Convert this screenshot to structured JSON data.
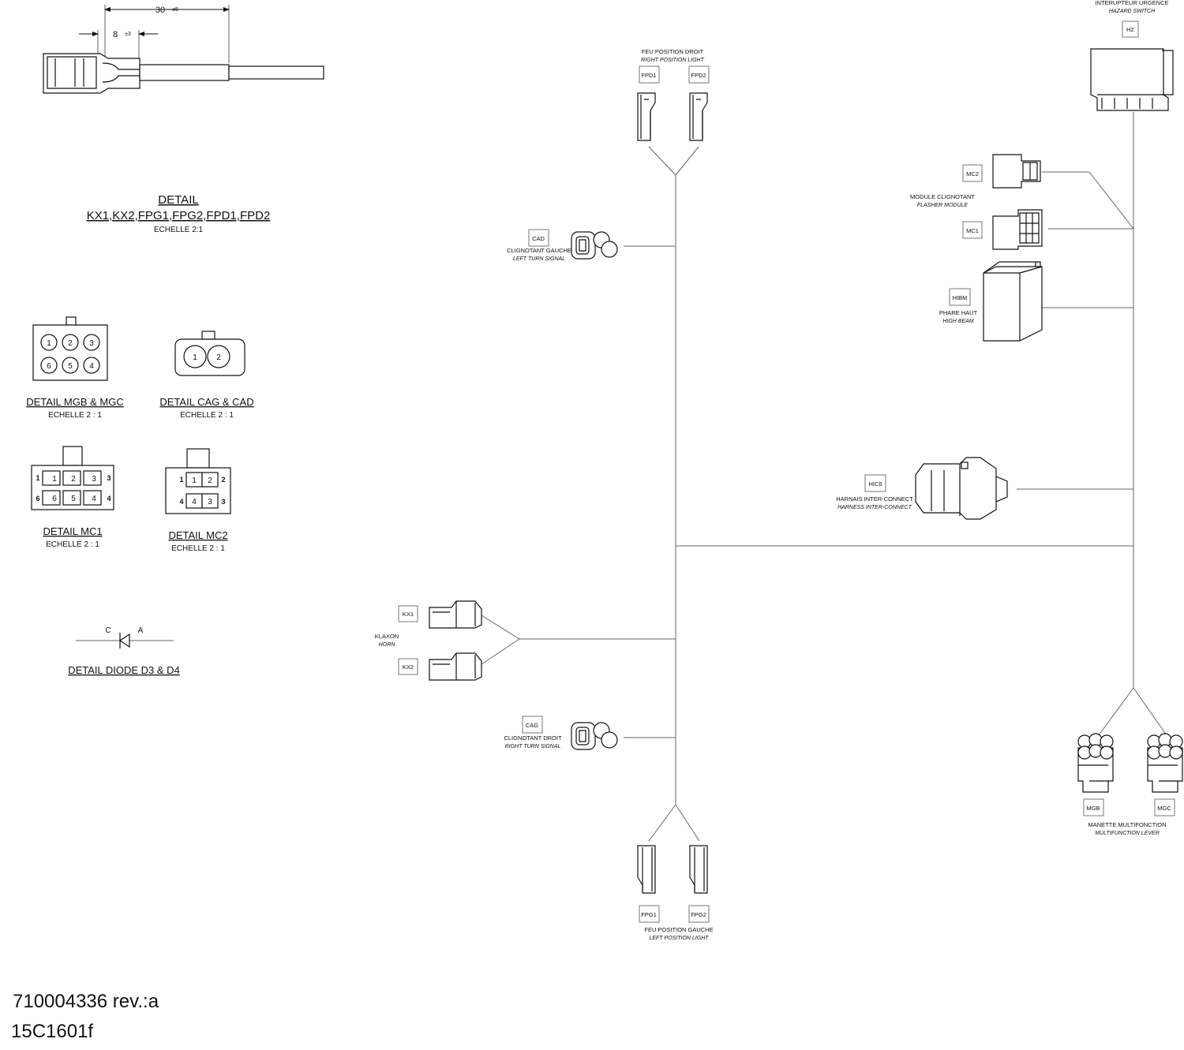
{
  "dimension": {
    "overall": "30",
    "overall_tol": "±5",
    "inner": "8",
    "inner_tol": "±3"
  },
  "detail_terminal": {
    "title": "DETAIL",
    "subtitle": "KX1,KX2,FPG1,FPG2,FPD1,FPD2",
    "scale": "ECHELLE 2:1"
  },
  "detail_mgb": {
    "title": "DETAIL MGB & MGC",
    "scale": "ECHELLE 2 : 1",
    "pins": [
      "1",
      "2",
      "3",
      "6",
      "5",
      "4"
    ]
  },
  "detail_cag": {
    "title": "DETAIL CAG & CAD",
    "scale": "ECHELLE 2 : 1",
    "pins": [
      "1",
      "2"
    ]
  },
  "detail_mc1": {
    "title": "DETAIL MC1",
    "scale": "ECHELLE 2 : 1",
    "pins": [
      "1",
      "2",
      "3",
      "6",
      "5",
      "4"
    ],
    "side": [
      "1",
      "3",
      "6",
      "4"
    ]
  },
  "detail_mc2": {
    "title": "DETAIL MC2",
    "scale": "ECHELLE 2 : 1",
    "pins": [
      "1",
      "2",
      "4",
      "3"
    ],
    "side": [
      "1",
      "2",
      "4",
      "3"
    ]
  },
  "detail_diode": {
    "title": "DETAIL DIODE D3 & D4",
    "cathode": "C",
    "anode": "A"
  },
  "connectors": {
    "fpd1": "FPD1",
    "fpd2": "FPD2",
    "fpd_fr": "FEU POSITION DROIT",
    "fpd_en": "RIGHT POSITION LIGHT",
    "cad": "CAD",
    "cad_fr": "CLIGNOTANT GAUCHE",
    "cad_en": "LEFT TURN SIGNAL",
    "kx1": "KX1",
    "kx2": "KX2",
    "kx_fr": "KLAXON",
    "kx_en": "HORN",
    "cag": "CAG",
    "cag_fr": "CLIGNOTANT DROIT",
    "cag_en": "RIGHT TURN SIGNAL",
    "fpg1": "FPG1",
    "fpg2": "FPG2",
    "fpg_fr": "FEU POSITION GAUCHE",
    "fpg_en": "LEFT POSITION LIGHT",
    "hz": "HZ",
    "hz_fr": "INTERUPTEUR URGENCE",
    "hz_en": "HAZARD SWITCH",
    "mc2": "MC2",
    "mc1": "MC1",
    "mc_fr": "MODULE CLIGNOTANT",
    "mc_en": "FLASHER MODULE",
    "hibm": "HIBM",
    "hibm_fr": "PHARE HAUT",
    "hibm_en": "HIGH BEAM",
    "hic6": "HIC6",
    "hic6_fr": "HARNAIS INTER-CONNECT",
    "hic6_en": "HARNESS INTER-CONNECT",
    "mgb": "MGB",
    "mgc": "MGC",
    "mg_fr": "MANETTE MULTIFONCTION",
    "mg_en": "MULTIFUNCTION LEVER"
  },
  "footer": {
    "part_number": "710004336 rev.:a",
    "drawing_code": "15C1601f"
  }
}
